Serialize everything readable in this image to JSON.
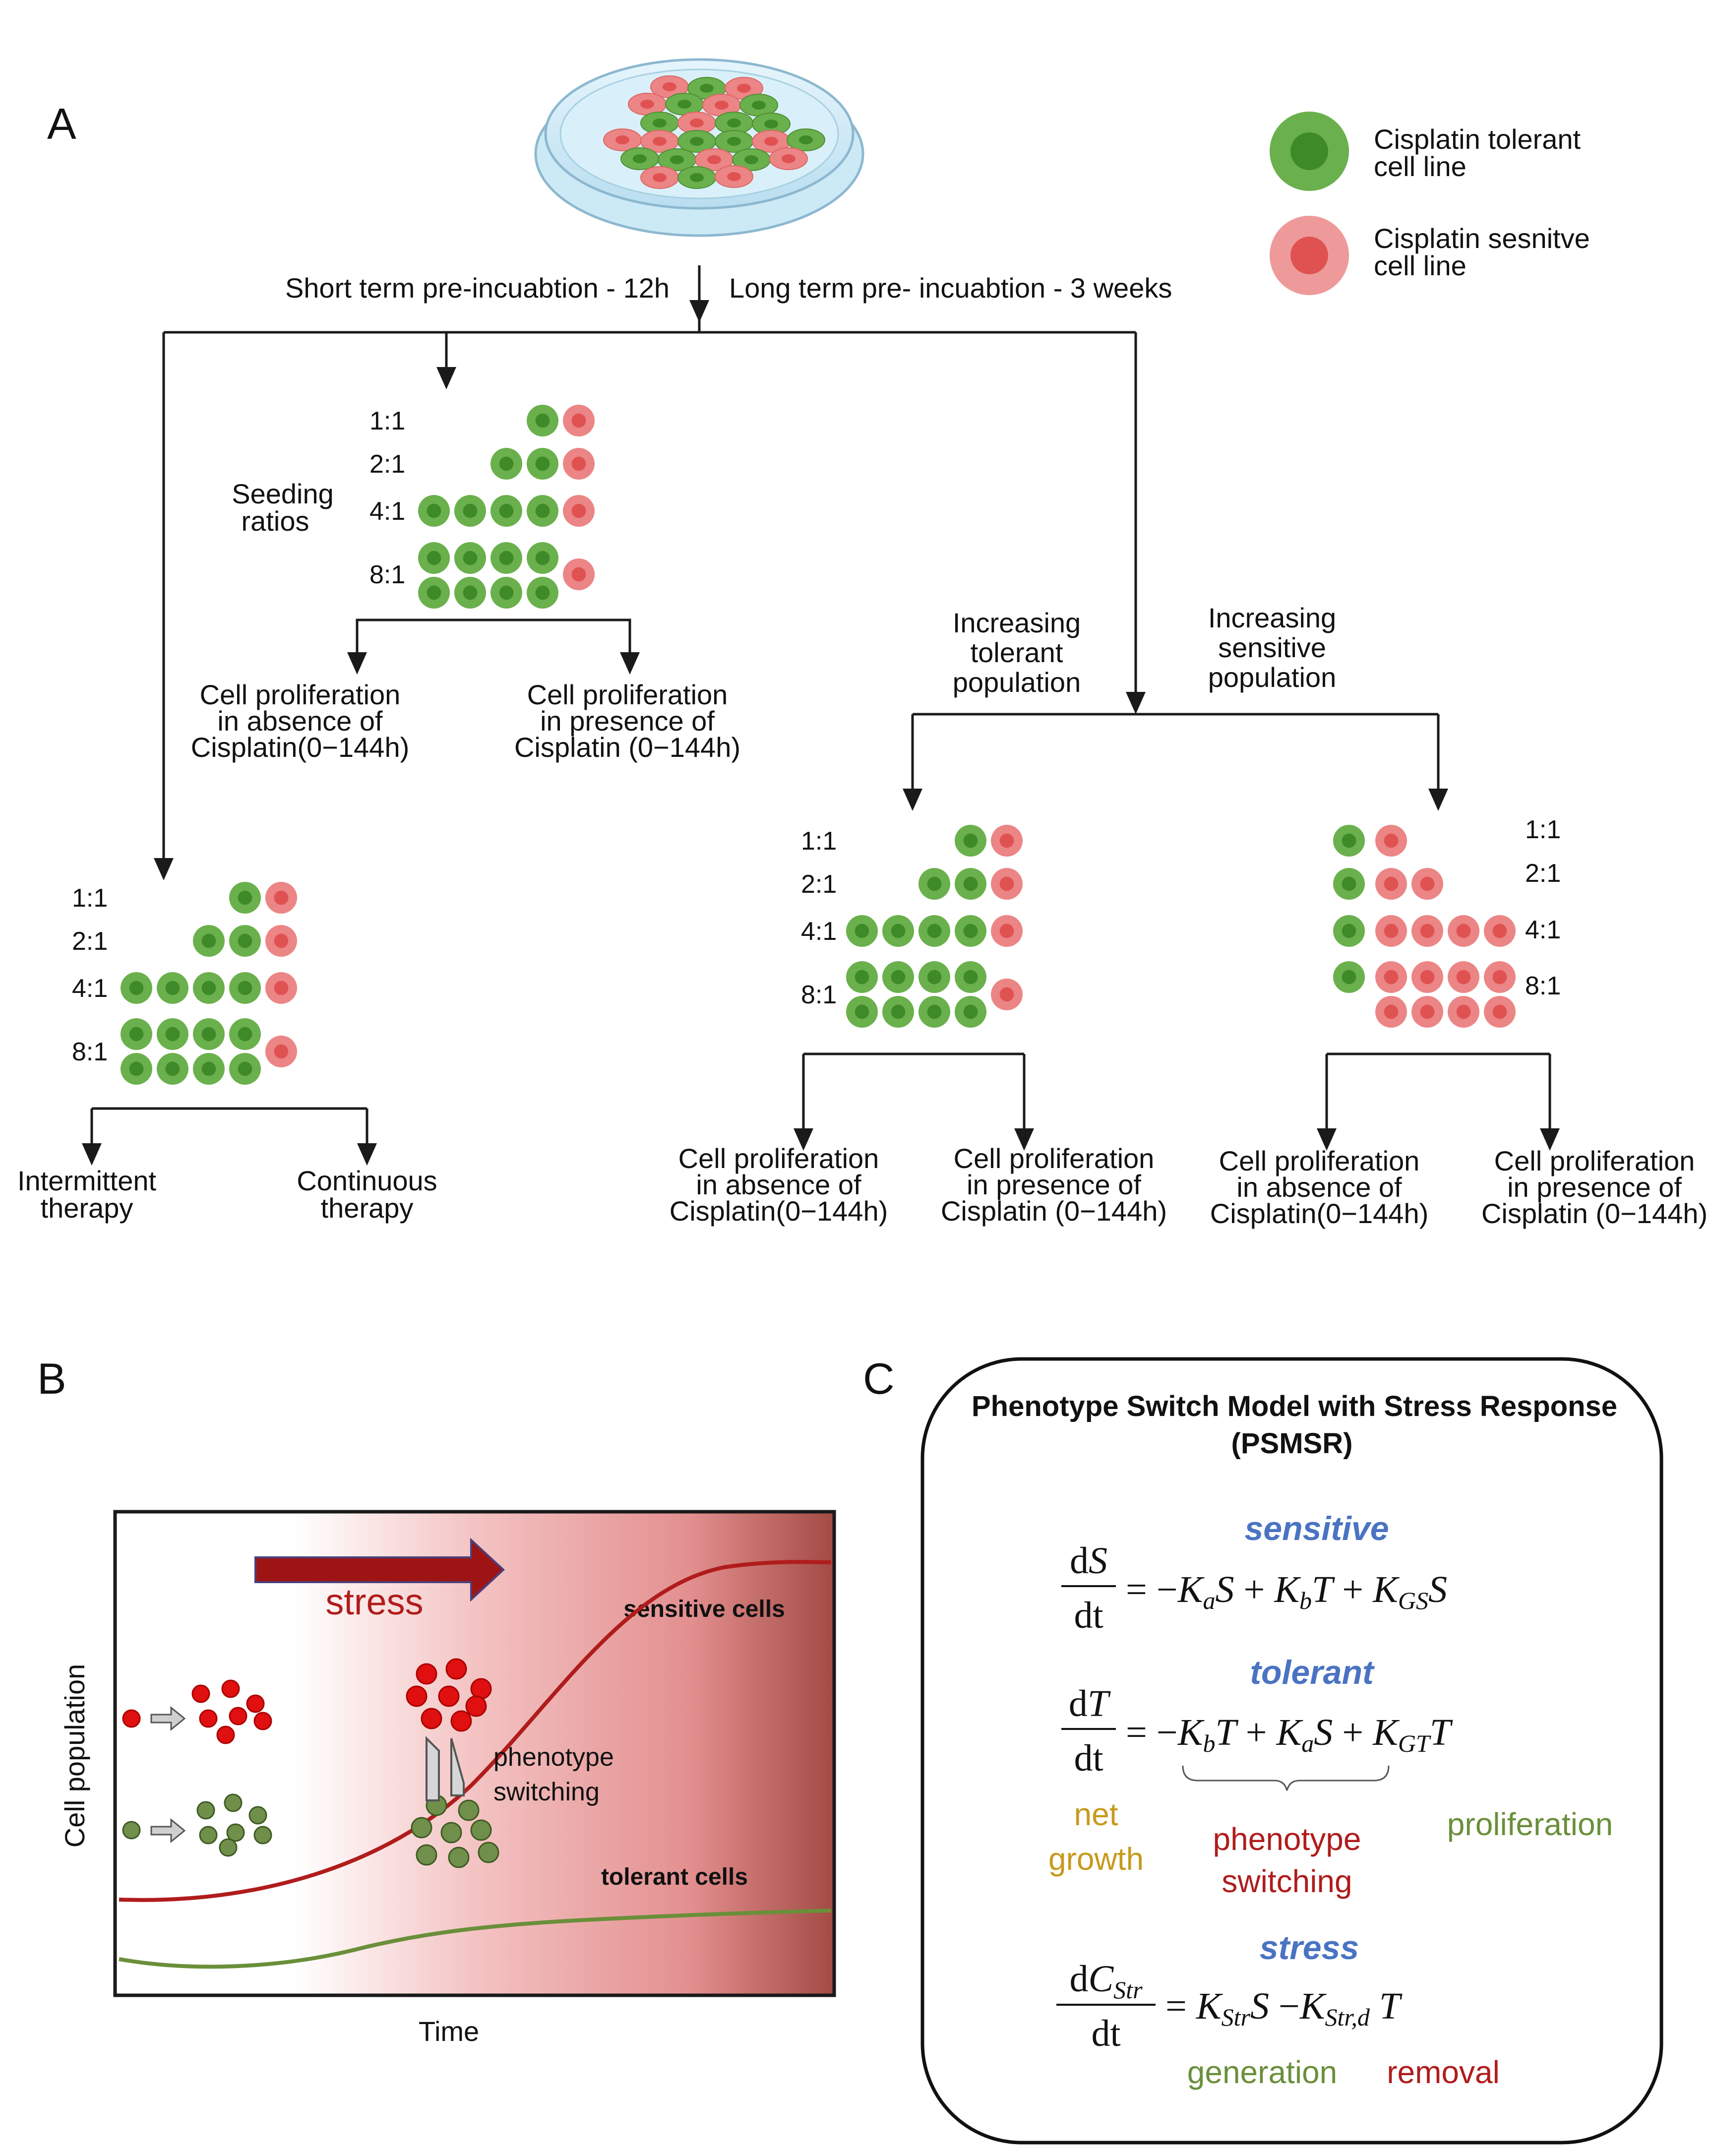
{
  "panels": {
    "a": "A",
    "b": "B",
    "c": "C"
  },
  "legend": [
    {
      "label_line1": "Cisplatin tolerant",
      "label_line2": "cell line",
      "color": "#6ab04c"
    },
    {
      "label_line1": "Cisplatin sesnitve",
      "label_line2": "cell line",
      "color": "#ec8585"
    }
  ],
  "incubation": {
    "short": "Short term pre-incuabtion - 12h",
    "long": "Long term pre- incuabtion - 3 weeks"
  },
  "seeding": {
    "label_line1": "Seeding",
    "label_line2": "ratios"
  },
  "ratios": [
    "1:1",
    "2:1",
    "4:1",
    "8:1"
  ],
  "branches": {
    "absence": [
      "Cell proliferation",
      "in absence of",
      "Cisplatin(0−144h)"
    ],
    "presence": [
      "Cell proliferation",
      "in presence of",
      "Cisplatin (0−144h)"
    ],
    "intermittent": [
      "Intermittent",
      "therapy"
    ],
    "continuous": [
      "Continuous",
      "therapy"
    ],
    "inc_tolerant": [
      "Increasing",
      "tolerant",
      "population"
    ],
    "inc_sensitive": [
      "Increasing",
      "sensitive",
      "population"
    ]
  },
  "panel_b": {
    "stress": "stress",
    "sensitive_cells": "sensitive cells",
    "tolerant_cells": "tolerant  cells",
    "phenotype_line1": "phenotype",
    "phenotype_line2": "switching",
    "ylabel": "Cell population",
    "xlabel": "Time"
  },
  "panel_c": {
    "title_line1": "Phenotype Switch Model with Stress Response",
    "title_line2": "(PSMSR)",
    "sensitive": "sensitive",
    "tolerant": "tolerant",
    "stress": "stress",
    "net_growth_line1": "net",
    "net_growth_line2": "growth",
    "switching_line1": "phenotype",
    "switching_line2": "switching",
    "proliferation": "proliferation",
    "generation": "generation",
    "removal": "removal"
  },
  "colors": {
    "green": "#6ab04c",
    "green_dark": "#3f8a28",
    "red": "#ec8585",
    "red_dark": "#e05252",
    "dark_red": "#b01c1c",
    "label_blue": "#4a73c2",
    "gold": "#c79a1d",
    "olive": "#6a8f3a"
  }
}
